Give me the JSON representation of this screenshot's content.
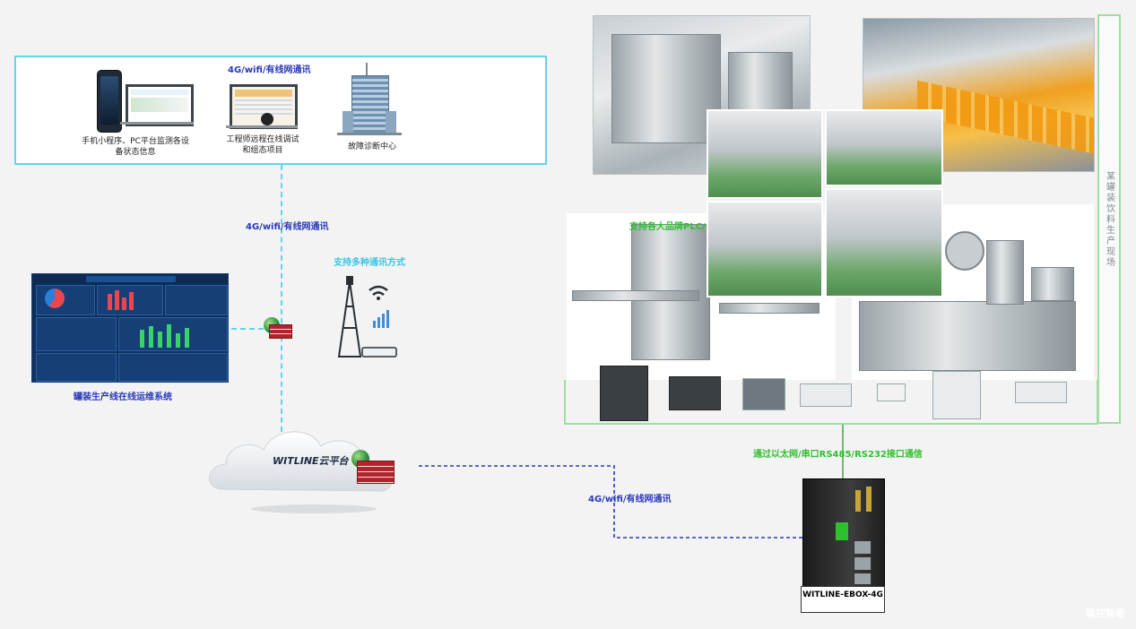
{
  "top_box": {
    "network_label": "4G/wifi/有线网通讯",
    "item1_caption": "手机小程序、PC平台监测各设备状态信息",
    "item2_caption": "工程师远程在线调试和组态项目",
    "item3_caption": "故障诊断中心"
  },
  "labels": {
    "mid_network": "4G/wifi/有线网通讯",
    "multi_comm": "支持多种通讯方式",
    "dashboard_caption": "罐装生产线在线运维系统",
    "cloud": "WITLINE云平台",
    "cloud_to_box": "4G/wifi/有线网通讯",
    "box_comm": "通过以太网/串口RS485/RS232接口通信",
    "box_name": "WITLINE-EBOX-4G",
    "plc_support": "支持各大品牌PLC/仪表",
    "site_label": "某罐装饮料生产现场",
    "watermark": "稳控智能"
  },
  "colors": {
    "cyan_line": "#5fd6ee",
    "blue_line": "#2a39b8",
    "green_line": "#9fde9f",
    "green_text": "#2fbf2f"
  }
}
